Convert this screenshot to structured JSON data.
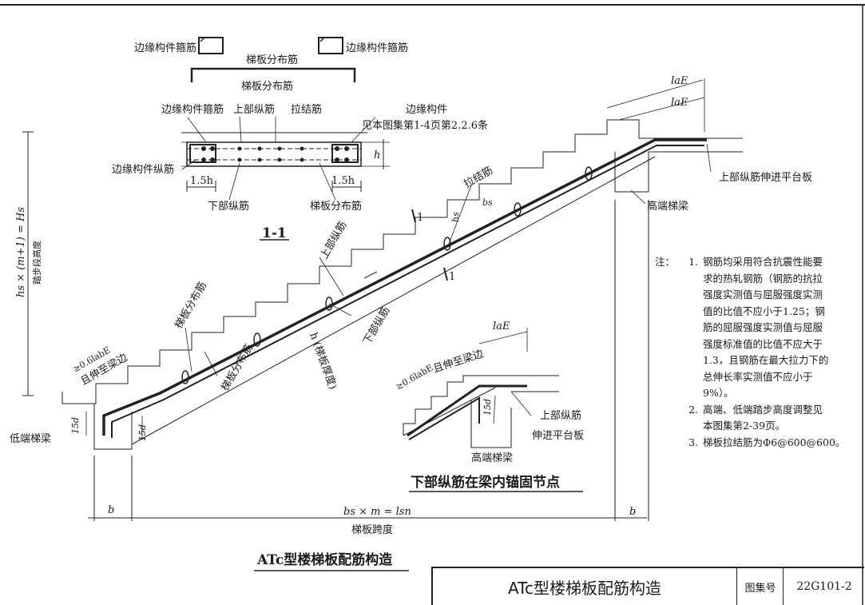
{
  "section": {
    "edge_stirrup_left": "边缘构件箍筋",
    "edge_stirrup_right": "边缘构件箍筋",
    "dist_bar_top": "梯板分布筋",
    "dist_bar_box": "梯板分布筋",
    "edge_stirrup_2": "边缘构件箍筋",
    "top_long_bar": "上部纵筋",
    "tie_bar": "拉结筋",
    "edge_member": "边缘构件",
    "edge_ref": "见本图集第1-4页第2.2.6条",
    "edge_long_bar": "边缘构件纵筋",
    "dim_h": "h",
    "dim_left": "1.5h",
    "dim_right": "1.5h",
    "bottom_long_bar": "下部纵筋",
    "dist_bar_bottom": "梯板分布筋",
    "caption": "1-1"
  },
  "main": {
    "height_formula": "hs × (m+1) = Hs",
    "height_label": "踏步段高度",
    "lae_top1": "laE",
    "lae_top2": "laE",
    "top_bar_into_slab": "上部纵筋伸进平台板",
    "high_beam": "高端梯梁",
    "tie_bar": "拉结筋",
    "bs": "bs",
    "hs": "hs",
    "cut_left": "1",
    "cut_right": "1",
    "top_long_bar": "上部纵筋",
    "bottom_long_bar": "下部纵筋",
    "dist_bar_upper": "梯板分布筋",
    "dist_bar_lower": "梯板分布筋",
    "thickness": "h (梯板厚度)",
    "anchor_len": "≥0.6labE",
    "to_beam_edge": "且伸至梁边",
    "dim_15d_a": "15d",
    "dim_15d_b": "15d",
    "low_beam": "低端梯梁",
    "dim_b_left": "b",
    "dim_span": "bs × m = lsn",
    "dim_b_right": "b",
    "span_label": "梯板跨度"
  },
  "detail": {
    "lae": "laE",
    "anchor_len": "≥0.6labE",
    "to_beam_edge": "且伸至梁边",
    "dim_15d": "15d",
    "top_long_bar": "上部纵筋",
    "into_slab": "伸进平台板",
    "high_beam": "高端梯梁",
    "caption": "下部纵筋在梁内锚固节点"
  },
  "drawing_title": "ATc型楼梯板配筋构造",
  "notes": {
    "lead": "注：",
    "items": [
      {
        "num": "1.",
        "lines": [
          "钢筋均采用符合抗震性能要",
          "求的热轧钢筋（钢筋的抗拉",
          "强度实测值与屈服强度实测",
          "值的比值不应小于1.25；钢",
          "筋的屈服强度实测值与屈服",
          "强度标准值的比值不应大于",
          "1.3，且钢筋在最大拉力下的",
          "总伸长率实测值不应小于",
          "9%）。"
        ]
      },
      {
        "num": "2.",
        "lines": [
          "高端、低端踏步高度调整见",
          "本图集第2-39页。"
        ]
      },
      {
        "num": "3.",
        "lines": [
          "梯板拉结筋为Φ6@600@600。"
        ]
      }
    ]
  },
  "title_block": {
    "title": "ATc型楼梯板配筋构造",
    "atlas_label": "图集号",
    "atlas_no": "22G101-2"
  }
}
